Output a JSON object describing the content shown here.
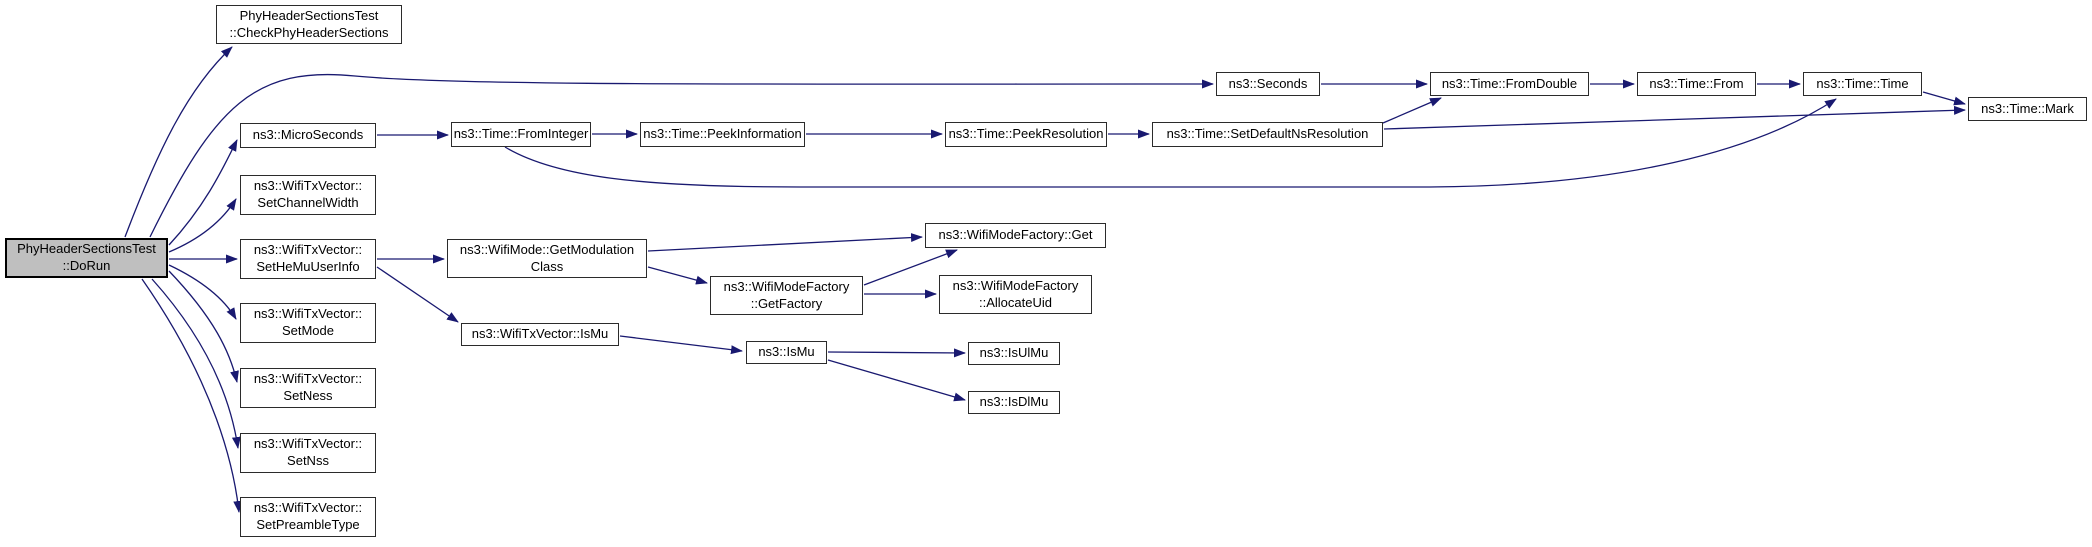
{
  "diagram": {
    "kind": "doxygen-call-graph",
    "root_function": "PhyHeaderSectionsTest::DoRun",
    "colors": {
      "background": "#ffffff",
      "edge": "#191970",
      "node_border": "#2b2b2b",
      "node_fill": "#ffffff",
      "highlight_node_fill": "#bfbfbf",
      "text": "#000000"
    }
  },
  "nodes": [
    {
      "id": "dorun",
      "label": "PhyHeaderSectionsTest\n::DoRun",
      "highlighted": true
    },
    {
      "id": "check-phy-header-sections",
      "label": "PhyHeaderSectionsTest\n::CheckPhyHeaderSections",
      "highlighted": false
    },
    {
      "id": "microseconds",
      "label": "ns3::MicroSeconds",
      "highlighted": false
    },
    {
      "id": "set-channel-width",
      "label": "ns3::WifiTxVector::\nSetChannelWidth",
      "highlighted": false
    },
    {
      "id": "set-he-mu-user-info",
      "label": "ns3::WifiTxVector::\nSetHeMuUserInfo",
      "highlighted": false
    },
    {
      "id": "set-mode",
      "label": "ns3::WifiTxVector::\nSetMode",
      "highlighted": false
    },
    {
      "id": "set-ness",
      "label": "ns3::WifiTxVector::\nSetNess",
      "highlighted": false
    },
    {
      "id": "set-nss",
      "label": "ns3::WifiTxVector::\nSetNss",
      "highlighted": false
    },
    {
      "id": "set-preamble-type",
      "label": "ns3::WifiTxVector::\nSetPreambleType",
      "highlighted": false
    },
    {
      "id": "time-from-integer",
      "label": "ns3::Time::FromInteger",
      "highlighted": false
    },
    {
      "id": "time-peek-information",
      "label": "ns3::Time::PeekInformation",
      "highlighted": false
    },
    {
      "id": "time-peek-resolution",
      "label": "ns3::Time::PeekResolution",
      "highlighted": false
    },
    {
      "id": "time-set-default-ns-resolution",
      "label": "ns3::Time::SetDefaultNsResolution",
      "highlighted": false
    },
    {
      "id": "seconds",
      "label": "ns3::Seconds",
      "highlighted": false
    },
    {
      "id": "time-from-double",
      "label": "ns3::Time::FromDouble",
      "highlighted": false
    },
    {
      "id": "time-from",
      "label": "ns3::Time::From",
      "highlighted": false
    },
    {
      "id": "time-time",
      "label": "ns3::Time::Time",
      "highlighted": false
    },
    {
      "id": "time-mark",
      "label": "ns3::Time::Mark",
      "highlighted": false
    },
    {
      "id": "get-modulation-class",
      "label": "ns3::WifiMode::GetModulation\nClass",
      "highlighted": false
    },
    {
      "id": "wifi-mode-factory-get",
      "label": "ns3::WifiModeFactory::Get",
      "highlighted": false
    },
    {
      "id": "get-factory",
      "label": "ns3::WifiModeFactory\n::GetFactory",
      "highlighted": false
    },
    {
      "id": "allocate-uid",
      "label": "ns3::WifiModeFactory\n::AllocateUid",
      "highlighted": false
    },
    {
      "id": "txvector-is-mu",
      "label": "ns3::WifiTxVector::IsMu",
      "highlighted": false
    },
    {
      "id": "is-mu",
      "label": "ns3::IsMu",
      "highlighted": false
    },
    {
      "id": "is-ul-mu",
      "label": "ns3::IsUlMu",
      "highlighted": false
    },
    {
      "id": "is-dl-mu",
      "label": "ns3::IsDlMu",
      "highlighted": false
    }
  ],
  "edges": [
    {
      "from": "dorun",
      "to": "check-phy-header-sections"
    },
    {
      "from": "dorun",
      "to": "seconds"
    },
    {
      "from": "dorun",
      "to": "microseconds"
    },
    {
      "from": "dorun",
      "to": "set-channel-width"
    },
    {
      "from": "dorun",
      "to": "set-he-mu-user-info"
    },
    {
      "from": "dorun",
      "to": "set-mode"
    },
    {
      "from": "dorun",
      "to": "set-ness"
    },
    {
      "from": "dorun",
      "to": "set-nss"
    },
    {
      "from": "dorun",
      "to": "set-preamble-type"
    },
    {
      "from": "microseconds",
      "to": "time-from-integer"
    },
    {
      "from": "time-from-integer",
      "to": "time-peek-information"
    },
    {
      "from": "time-from-integer",
      "to": "time-time"
    },
    {
      "from": "time-peek-information",
      "to": "time-peek-resolution"
    },
    {
      "from": "time-peek-resolution",
      "to": "time-set-default-ns-resolution"
    },
    {
      "from": "time-set-default-ns-resolution",
      "to": "time-from-double"
    },
    {
      "from": "time-set-default-ns-resolution",
      "to": "time-mark"
    },
    {
      "from": "seconds",
      "to": "time-from-double"
    },
    {
      "from": "time-from-double",
      "to": "time-from"
    },
    {
      "from": "time-from",
      "to": "time-time"
    },
    {
      "from": "time-time",
      "to": "time-mark"
    },
    {
      "from": "set-he-mu-user-info",
      "to": "get-modulation-class"
    },
    {
      "from": "set-he-mu-user-info",
      "to": "txvector-is-mu"
    },
    {
      "from": "get-modulation-class",
      "to": "wifi-mode-factory-get"
    },
    {
      "from": "get-modulation-class",
      "to": "get-factory"
    },
    {
      "from": "get-factory",
      "to": "wifi-mode-factory-get"
    },
    {
      "from": "get-factory",
      "to": "allocate-uid"
    },
    {
      "from": "txvector-is-mu",
      "to": "is-mu"
    },
    {
      "from": "is-mu",
      "to": "is-ul-mu"
    },
    {
      "from": "is-mu",
      "to": "is-dl-mu"
    }
  ]
}
